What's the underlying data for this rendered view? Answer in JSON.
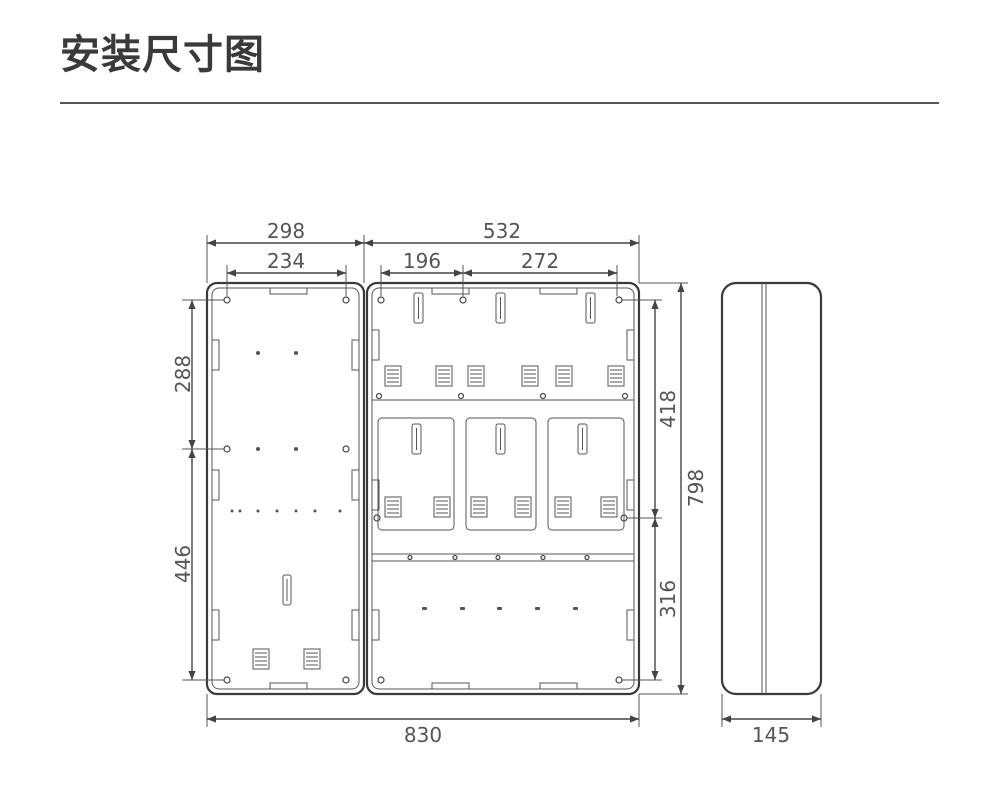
{
  "page": {
    "title": "安装尺寸图"
  },
  "dimensions": {
    "left_width": "298",
    "left_inner_width": "234",
    "right_width": "532",
    "right_seg_1": "196",
    "right_seg_2": "272",
    "left_upper_height": "288",
    "left_lower_height": "446",
    "right_upper_height": "418",
    "right_lower_height": "316",
    "total_height": "798",
    "total_width": "830",
    "depth": "145"
  },
  "colors": {
    "line": "#444444",
    "title": "#3a3a3a",
    "rule": "#555555"
  }
}
